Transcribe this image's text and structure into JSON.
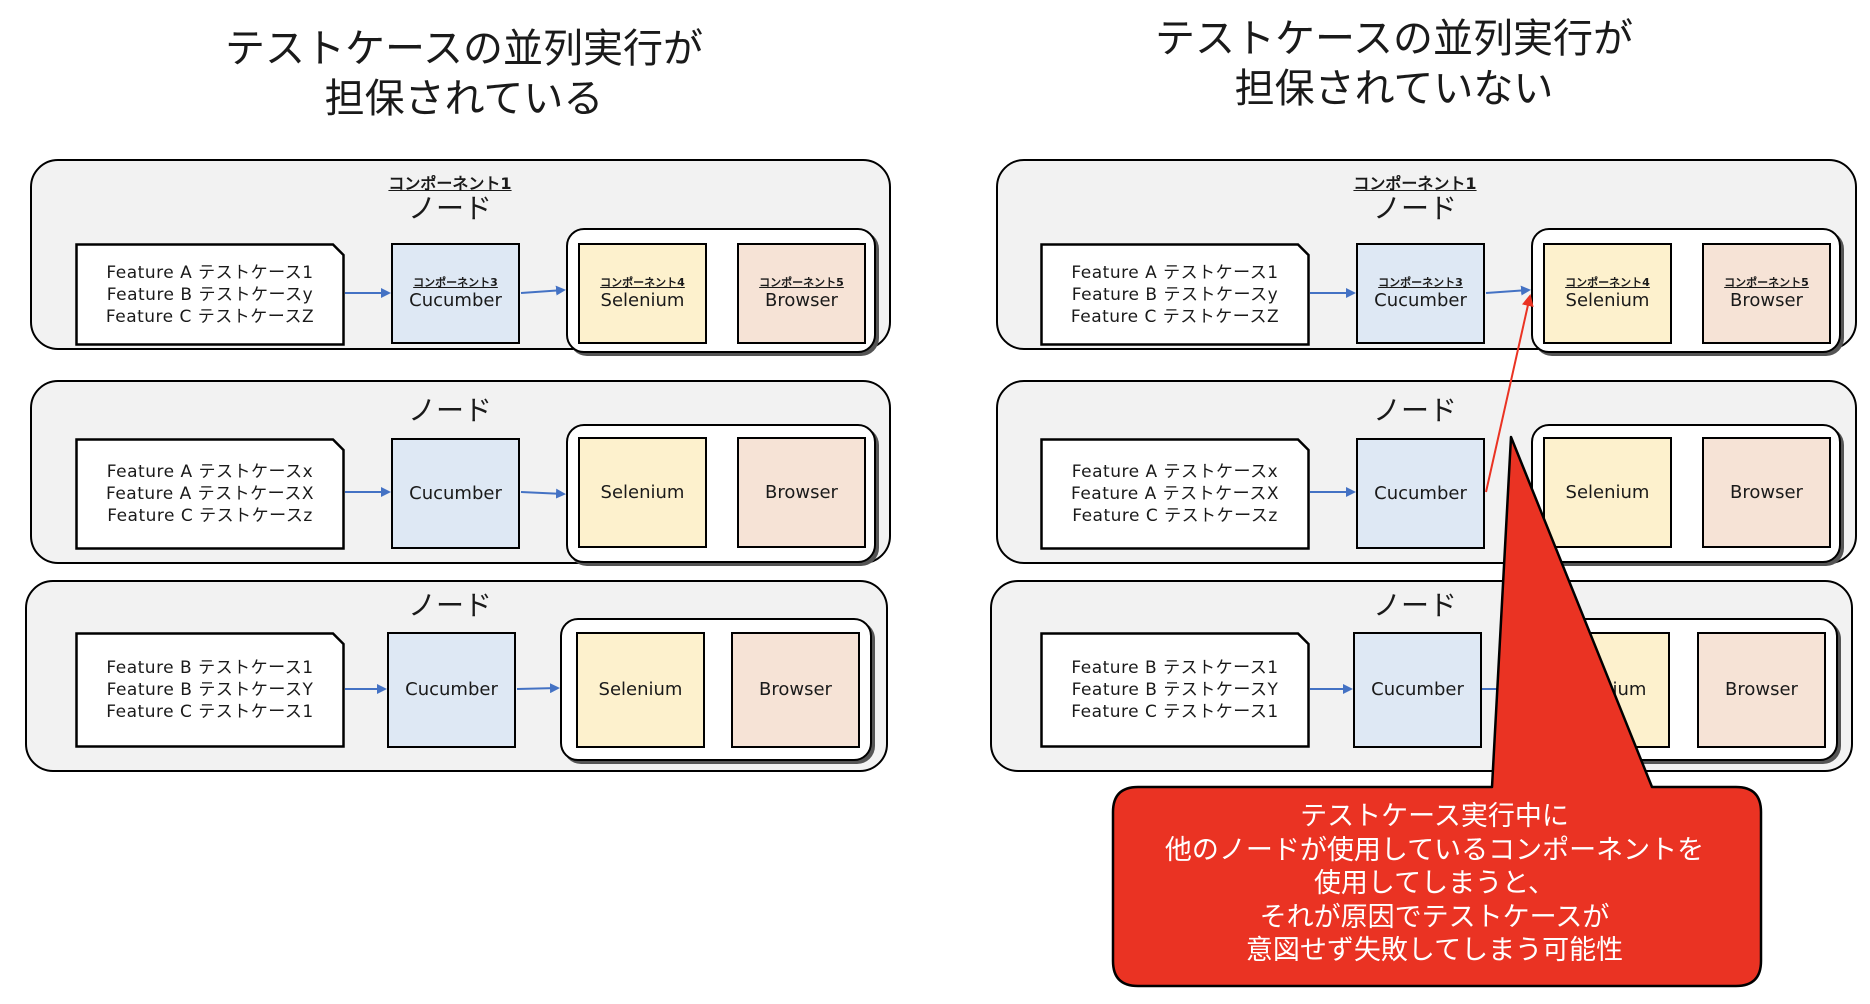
{
  "titles": {
    "left": [
      "テストケースの並列実行が",
      "担保されている"
    ],
    "right": [
      "テストケースの並列実行が",
      "担保されていない"
    ]
  },
  "component1_label": "コンポーネント1",
  "node_label": "ノード",
  "component_labels": {
    "cucumber": "コンポーネント3",
    "selenium": "コンポーネント4",
    "browser": "コンポーネント5"
  },
  "names": {
    "cucumber": "Cucumber",
    "selenium": "Selenium",
    "browser": "Browser"
  },
  "selenium_partial": "ium",
  "test_cases": [
    [
      "Feature A テストケース1",
      "Feature B テストケースy",
      "Feature C テストケースZ"
    ],
    [
      "Feature A テストケースx",
      "Feature A テストケースX",
      "Feature C テストケースz"
    ],
    [
      "Feature B テストケース1",
      "Feature B テストケースY",
      "Feature C テストケース1"
    ]
  ],
  "callout": [
    "テストケース実行中に",
    "他のノードが使用しているコンポーネントを",
    "使用してしまうと、",
    "それが原因でテストケースが",
    "意図せず失敗してしまう可能性"
  ],
  "colors": {
    "cucumber": "#dee8f4",
    "selenium": "#fdf1cd",
    "browser": "#f6e3d6",
    "arrow": "#4472c4",
    "callout": "#ea3323"
  }
}
